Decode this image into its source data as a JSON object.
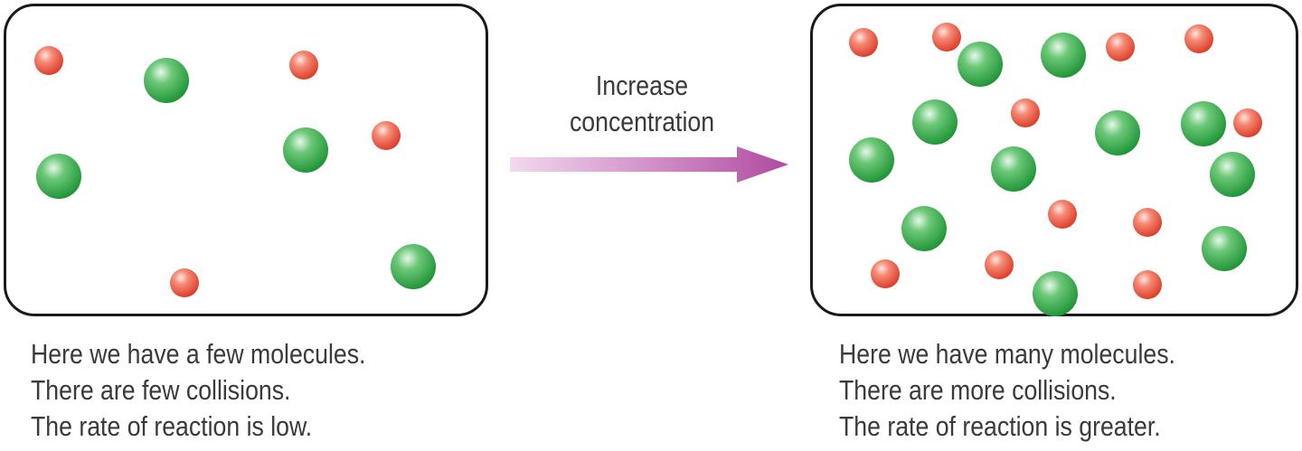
{
  "arrow": {
    "label_line1": "Increase",
    "label_line2": "concentration",
    "color": "#b04aa0"
  },
  "left_panel": {
    "caption_lines": [
      "Here we have a few molecules.",
      "There are few collisions.",
      "The rate of reaction is low."
    ]
  },
  "right_panel": {
    "caption_lines": [
      "Here we have many molecules.",
      "There are more collisions.",
      "The rate of reaction is greater."
    ]
  },
  "colors": {
    "large_molecule": "#2fa845",
    "small_molecule": "#e8503a",
    "border": "#1a1a1a",
    "text": "#3a3a3a"
  }
}
